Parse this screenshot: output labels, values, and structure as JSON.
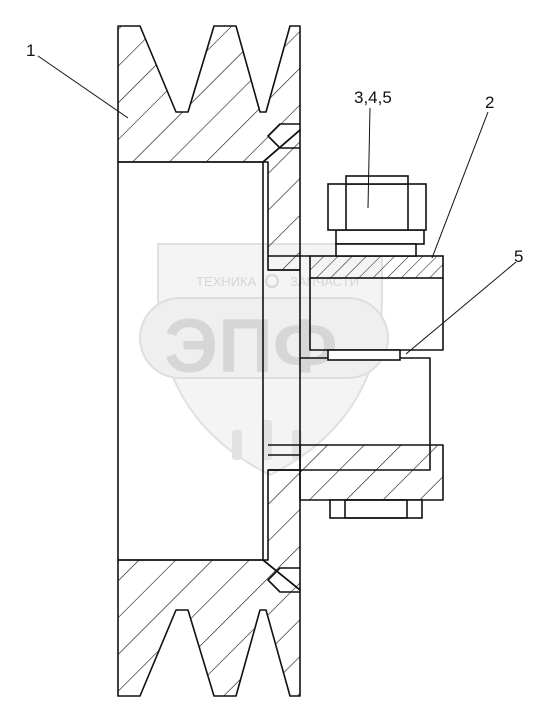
{
  "labels": {
    "part1": "1",
    "part2": "2",
    "part345": "3,4,5",
    "part5": "5"
  },
  "watermark": {
    "top_left": "ТЕХНИКА",
    "top_right": "ЗАПЧАСТИ",
    "big": "ЭПФ"
  },
  "colors": {
    "line": "#111111",
    "watermark": "#d6d6d6"
  }
}
